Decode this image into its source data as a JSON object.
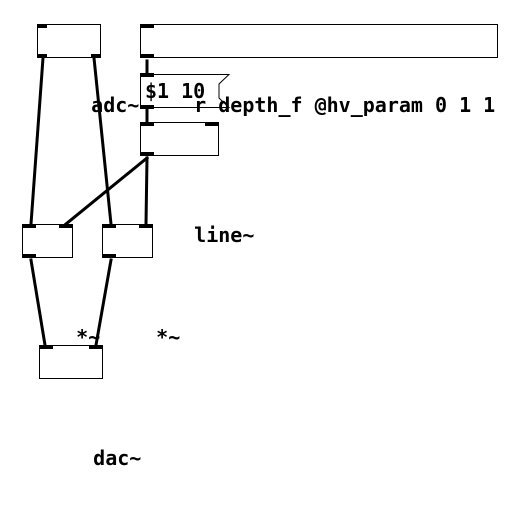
{
  "patch": {
    "objects": {
      "adc": {
        "label": "adc~"
      },
      "receive": {
        "label": "r depth_f @hv_param 0 1 1"
      },
      "line": {
        "label": "line~"
      },
      "mul_left": {
        "label": "*~"
      },
      "mul_right": {
        "label": "*~"
      },
      "dac": {
        "label": "dac~"
      }
    },
    "messages": {
      "ramp": {
        "label": "$1 10"
      }
    }
  },
  "colors": {
    "background": "#ffffff",
    "ink": "#000000"
  }
}
